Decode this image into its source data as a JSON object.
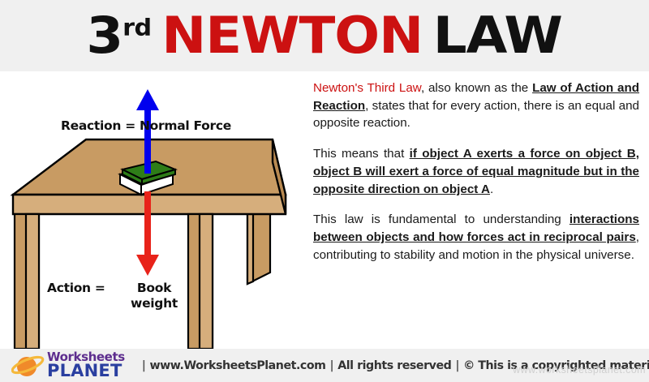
{
  "header": {
    "title_ordinal": "3",
    "title_ordinal_suffix": "rd",
    "title_word_red": "NEWTON",
    "title_word_black": "LAW",
    "background_color": "#f0f0f0",
    "red_color": "#cc1111",
    "black_color": "#111111"
  },
  "illustration": {
    "reaction_label": "Reaction = Normal Force",
    "action_label": "Action =",
    "book_weight_label_line1": "Book",
    "book_weight_label_line2": "weight",
    "up_arrow_color": "#0000ee",
    "down_arrow_color": "#e8231a",
    "table_wood_color": "#c89b63",
    "table_wood_light_color": "#d6ae7c",
    "book_cover_color": "#2e7d18",
    "book_pages_color": "#ffffff",
    "outline_color": "#000000"
  },
  "text": {
    "paragraph1": {
      "red_lead": "Newton's Third Law",
      "part_a": ", also known as the ",
      "underlined": "Law of Action and Reaction",
      "part_b": ", states that for every action, there is an equal and opposite reaction."
    },
    "paragraph2": {
      "part_a": "This means that ",
      "underlined": "if object A exerts a force on object B, object B will exert a force of equal magnitude but in the opposite direction on object A",
      "part_b": "."
    },
    "paragraph3": {
      "part_a": "This law is fundamental to understanding ",
      "underlined": "interactions between objects and how forces act in reciprocal pairs",
      "part_b": ", contributing to stability and motion in the physical universe."
    }
  },
  "footer": {
    "logo_word_top": "Worksheets",
    "logo_word_bottom": "PLANET",
    "site_url": "www.WorksheetsPlanet.com",
    "rights": "All rights reserved",
    "copyright": "© This is a copyrighted material",
    "separator": "|",
    "background_color": "#f0f0f0",
    "watermark": "www.worksheetsplanet.com"
  }
}
